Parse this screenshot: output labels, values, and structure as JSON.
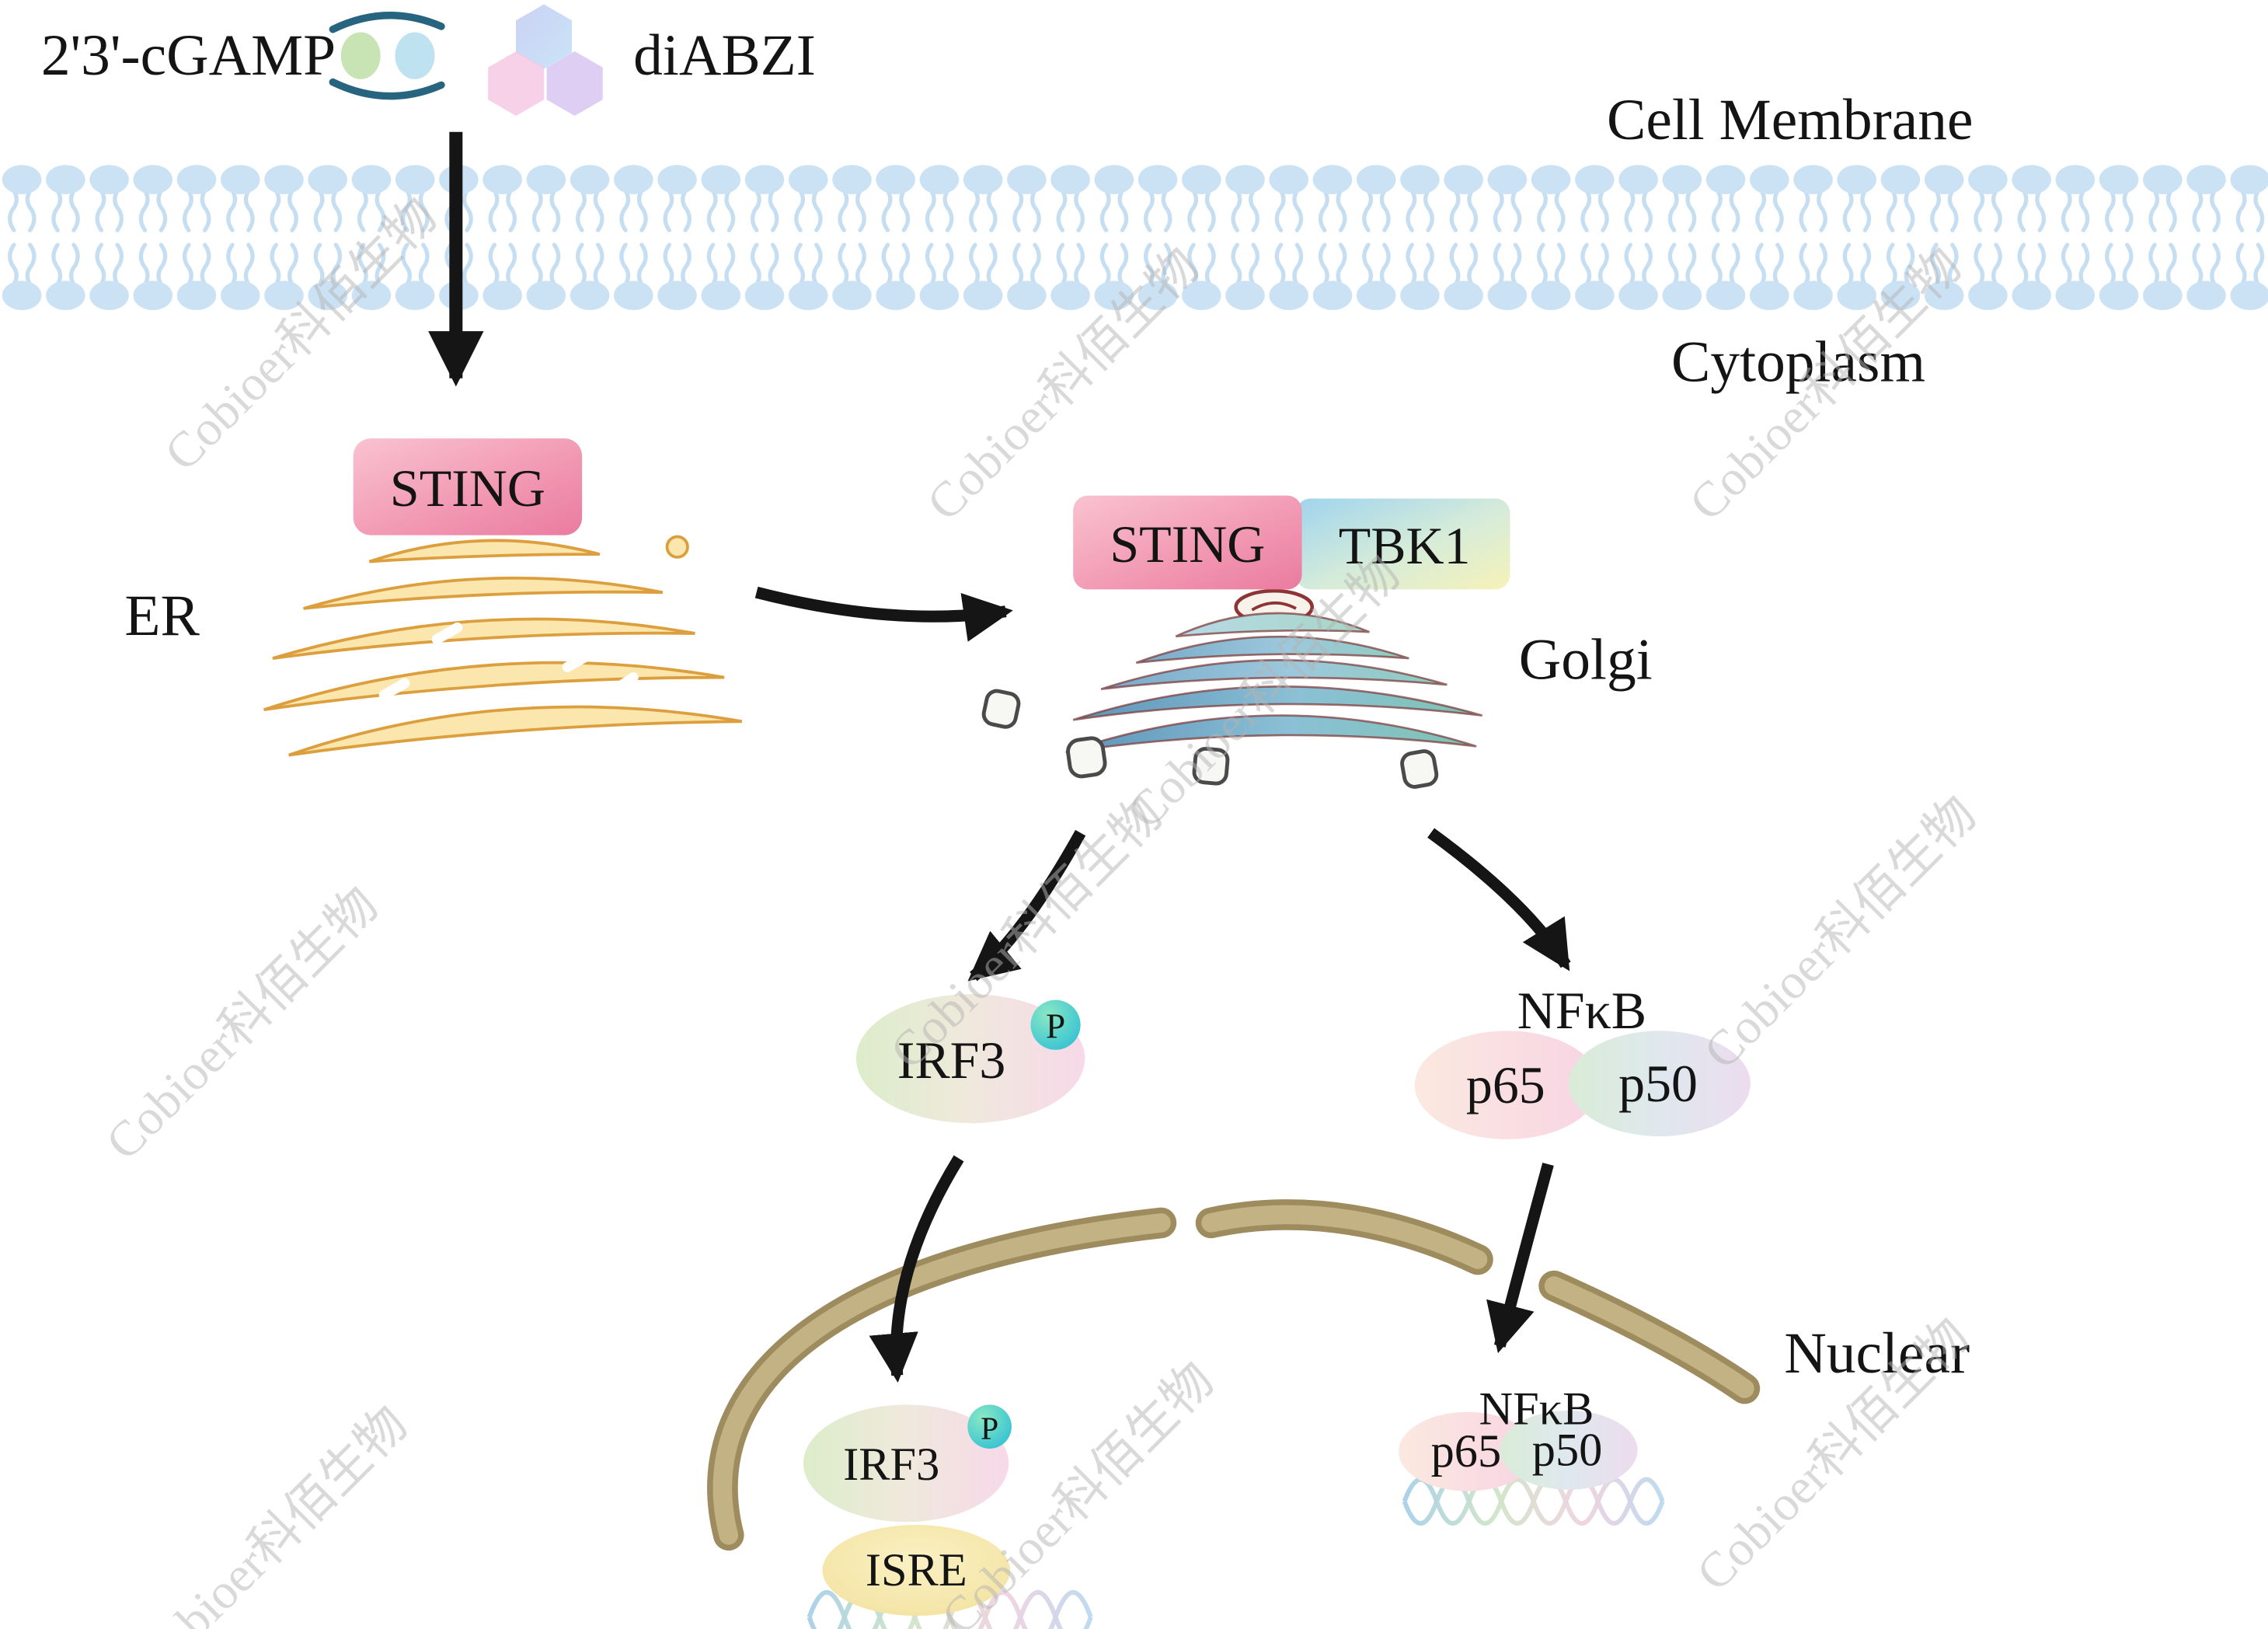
{
  "diagram": {
    "molecules": {
      "cgamp": "2'3'-cGAMP",
      "diabzi": "diABZI"
    },
    "regions": {
      "cell_membrane": "Cell Membrane",
      "cytoplasm": "Cytoplasm",
      "er": "ER",
      "golgi": "Golgi",
      "nuclear": "Nuclear"
    },
    "proteins": {
      "sting_er": "STING",
      "sting_golgi": "STING",
      "tbk1": "TBK1",
      "irf3_cytoplasm": "IRF3",
      "phospho_cytoplasm": "P",
      "nfkb_cytoplasm": "NFκB",
      "p65_cytoplasm": "p65",
      "p50_cytoplasm": "p50",
      "irf3_nucleus": "IRF3",
      "phospho_nucleus": "P",
      "isre": "ISRE",
      "nfkb_nucleus": "NFκB",
      "p65_nucleus": "p65",
      "p50_nucleus": "p50"
    },
    "watermark": {
      "text": "Cobioer科佰生物"
    },
    "colors": {
      "sting_pink": "#ec7e9f",
      "tbk1_blue": "#9fd4ee",
      "tbk1_yellow": "#f6f2b8",
      "er_yellow": "#fbe6ad",
      "er_outline": "#dd9e3e",
      "golgi_blue": "#6d9dbd",
      "golgi_green": "#8fcdbd",
      "membrane_blue": "#cbe2f4",
      "nuclear_envelope_tan": "#b9a878",
      "phospho_teal": "#3ec0cd",
      "isre_yellow": "#f2e09b",
      "arrow_black": "#151515"
    }
  }
}
